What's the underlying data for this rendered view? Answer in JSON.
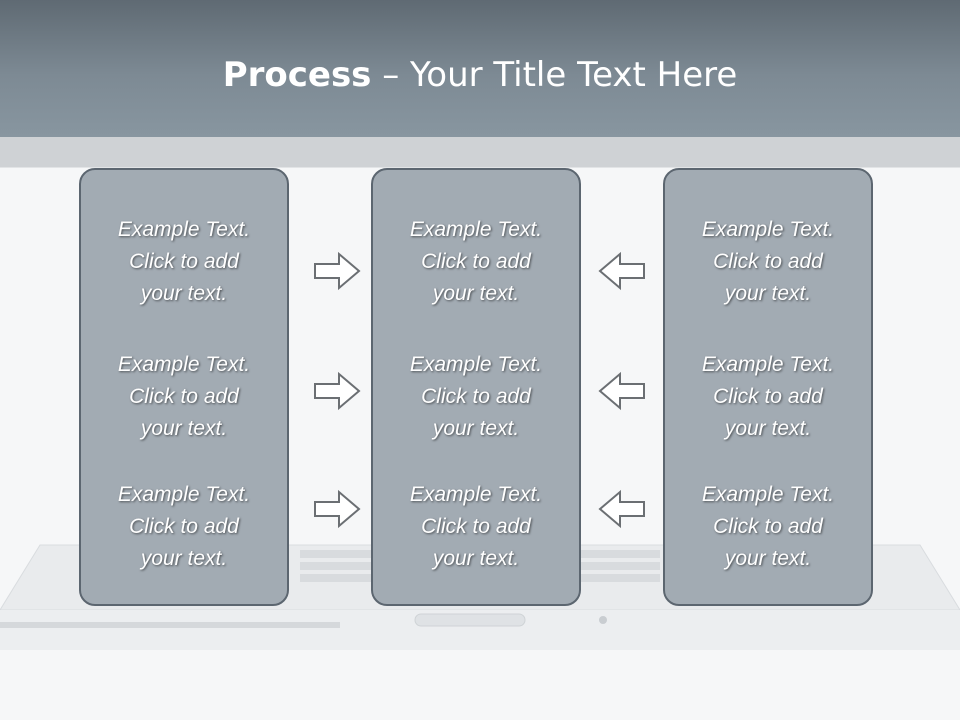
{
  "slide": {
    "title_bold": "Process",
    "title_rest": " – Your Title Text Here"
  },
  "panels": [
    {
      "blocks": [
        {
          "line1": "Example Text.",
          "line2": "Click  to add",
          "line3": "your text."
        },
        {
          "line1": "Example Text.",
          "line2": "Click  to add",
          "line3": "your text."
        },
        {
          "line1": "Example Text.",
          "line2": "Click  to add",
          "line3": "your text."
        }
      ]
    },
    {
      "blocks": [
        {
          "line1": "Example Text.",
          "line2": "Click  to add",
          "line3": "your text."
        },
        {
          "line1": "Example Text.",
          "line2": "Click  to add",
          "line3": "your text."
        },
        {
          "line1": "Example Text.",
          "line2": "Click  to add",
          "line3": "your text."
        }
      ]
    },
    {
      "blocks": [
        {
          "line1": "Example Text.",
          "line2": "Click  to add",
          "line3": "your text."
        },
        {
          "line1": "Example Text.",
          "line2": "Click  to add",
          "line3": "your text."
        },
        {
          "line1": "Example Text.",
          "line2": "Click  to add",
          "line3": "your text."
        }
      ]
    }
  ],
  "arrows": {
    "left_column": "arrow-right-icon",
    "right_column": "arrow-left-icon"
  },
  "colors": {
    "header": "#7d8a94",
    "panel_fill": "#a2abb3",
    "panel_border": "#5c6670",
    "arrow_stroke": "#6b6f73"
  }
}
